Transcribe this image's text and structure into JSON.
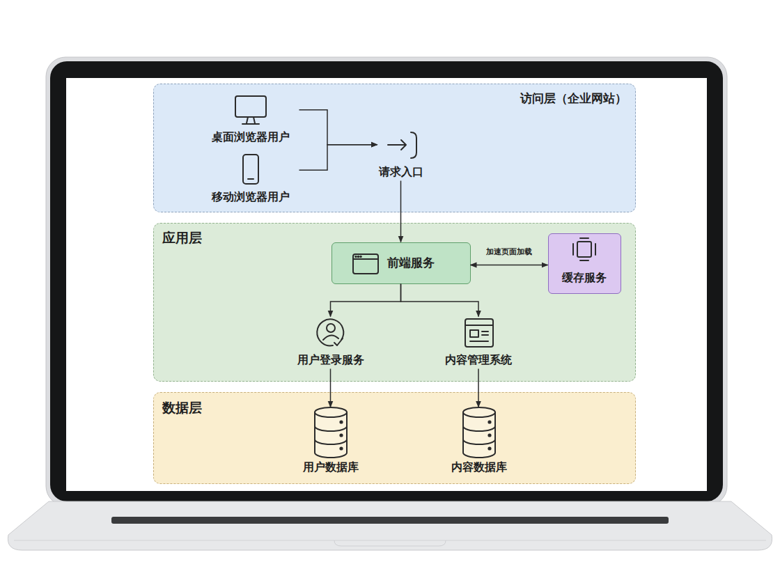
{
  "diagram": {
    "nodes": [
      {
        "text": [
          "访问层（企业网站）"
        ]
      },
      {
        "text": [
          "桌面浏览器用户"
        ],
        "in": 0
      },
      {
        "text": [
          "移动浏览器用户"
        ],
        "in": 0
      },
      {
        "text": [
          "请求入口"
        ],
        "in": 0
      },
      {
        "text": [
          "应用层"
        ]
      },
      {
        "text": [
          "前端服务"
        ],
        "in": 4
      },
      {
        "text": [
          "缓存服务"
        ],
        "in": 4
      },
      {
        "text": [
          "用户登录服务"
        ],
        "in": 4
      },
      {
        "text": [
          "内容管理系统"
        ],
        "in": 4
      },
      {
        "text": [
          "数据层"
        ]
      },
      {
        "text": [
          "用户数据库"
        ],
        "in": 9
      },
      {
        "text": [
          "内容数据库"
        ],
        "in": 9
      }
    ],
    "edges": [
      {
        "from": 1,
        "to": 3,
        "arrow": "to"
      },
      {
        "from": 2,
        "to": 3,
        "arrow": "to"
      },
      {
        "from": 3,
        "to": 5,
        "arrow": "to"
      },
      {
        "from": 5,
        "to": 6,
        "label": "加速页面加载",
        "arrow": "both"
      },
      {
        "from": 5,
        "to": 7,
        "arrow": "to"
      },
      {
        "from": 5,
        "to": 8,
        "arrow": "to"
      },
      {
        "from": 7,
        "to": 10,
        "arrow": "to"
      },
      {
        "from": 8,
        "to": 11,
        "arrow": "to"
      }
    ]
  }
}
